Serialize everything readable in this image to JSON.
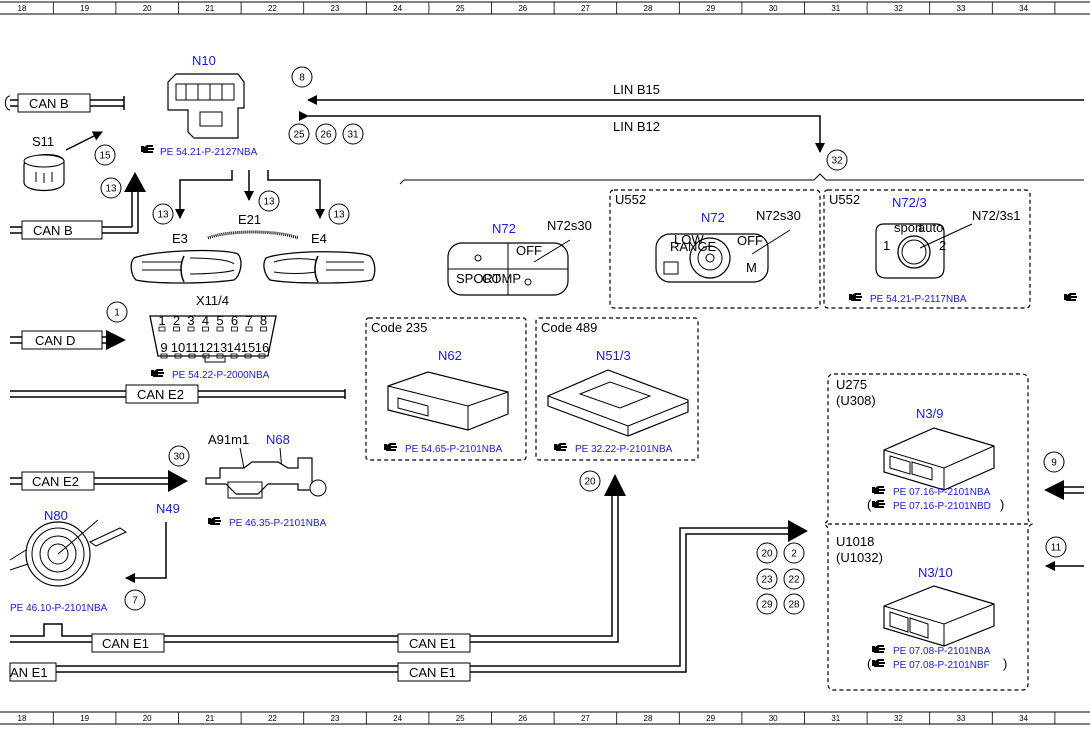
{
  "ruler": {
    "columns": [
      "18",
      "19",
      "20",
      "21",
      "22",
      "23",
      "24",
      "25",
      "26",
      "27",
      "28",
      "29",
      "30",
      "31",
      "32",
      "33",
      "34"
    ]
  },
  "components": {
    "n10": "N10",
    "s11": "S11",
    "e21": "E21",
    "e3": "E3",
    "e4": "E4",
    "x11_4": "X11/4",
    "n72_left": "N72",
    "n72s30_left": "N72s30",
    "u552_a": "U552",
    "n72_mid": "N72",
    "n72s30_mid": "N72s30",
    "u552_b": "U552",
    "n72_3": "N72/3",
    "n72_3s1": "N72/3s1",
    "code235": "Code 235",
    "n62": "N62",
    "code489": "Code 489",
    "n51_3": "N51/3",
    "u275": "U275",
    "u308": "(U308)",
    "n3_9": "N3/9",
    "u1018": "U1018",
    "u1032": "(U1032)",
    "n3_10": "N3/10",
    "a91m1": "A91m1",
    "n68": "N68",
    "n80": "N80",
    "n49": "N49"
  },
  "buses": {
    "can_b_top": "CAN B",
    "can_b_mid": "CAN B",
    "can_d": "CAN D",
    "can_e2_top": "CAN E2",
    "can_e2_mid": "CAN E2",
    "can_e1_a": "CAN E1",
    "can_e1_b": "CAN E1",
    "can_e1_c": "CAN E1",
    "an_e1": "AN E1",
    "lin_b15": "LIN B15",
    "lin_b12": "LIN B12"
  },
  "refs": {
    "n10": "PE 54.21-P-2127NBA",
    "x11_4": "PE 54.22-P-2000NBA",
    "n72_3": "PE 54.21-P-2117NBA",
    "n62": "PE 54.65-P-2101NBA",
    "n51_3": "PE 32.22-P-2101NBA",
    "n68": "PE 46.35-P-2101NBA",
    "n80": "PE 46.10-P-2101NBA",
    "n3_9_a": "PE 07.16-P-2101NBA",
    "n3_9_b": "PE 07.16-P-2101NBD",
    "n3_10_a": "PE 07.08-P-2101NBA",
    "n3_10_b": "PE 07.08-P-2101NBF"
  },
  "markers": {
    "m8": "8",
    "m25": "25",
    "m26": "26",
    "m31": "31",
    "m15": "15",
    "m13a": "13",
    "m13b": "13",
    "m13c": "13",
    "m13d": "13",
    "m32": "32",
    "m1": "1",
    "m30": "30",
    "m20a": "20",
    "m9": "9",
    "m11": "11",
    "m7": "7",
    "m20b": "20",
    "m2": "2",
    "m23": "23",
    "m22": "22",
    "m29": "29",
    "m28": "28"
  },
  "pin_numbers": {
    "top_row": [
      "1",
      "2",
      "3",
      "4",
      "5",
      "6",
      "7",
      "8"
    ],
    "bottom_row": [
      "9",
      "10",
      "11",
      "12",
      "13",
      "14",
      "15",
      "16"
    ]
  },
  "switch_text": {
    "off": "OFF",
    "sport": "SPORT",
    "comp": "COMP",
    "low": "LOW",
    "range": "RANGE",
    "m": "M",
    "sport2": "sport",
    "auto": "auto",
    "one": "1",
    "two": "2"
  },
  "colors": {
    "ink": "#000000",
    "component_blue": "#1a1adc",
    "background": "#ffffff"
  },
  "icons": {
    "reference": "pointing-hand-icon"
  }
}
